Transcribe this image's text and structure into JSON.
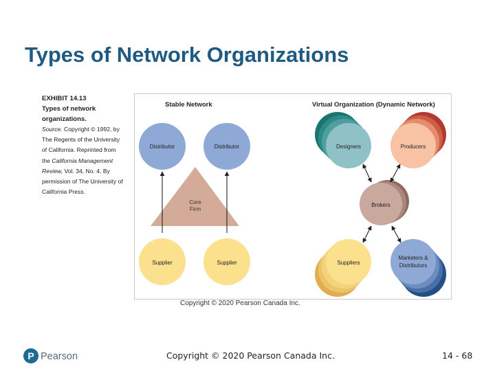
{
  "slide": {
    "title": "Types of Network Organizations",
    "footer_copyright": "Copyright © 2020 Pearson Canada Inc.",
    "page_number": "14 - 68",
    "logo_text": "Pearson"
  },
  "caption": {
    "heading_line1": "EXHIBIT 14.13",
    "heading_line2": "Types of network",
    "heading_line3": "organizations.",
    "source_label": "Source.",
    "source_lines": [
      " Copyright © 1992, by",
      "The Regents of the University",
      "of California. Reprinted from",
      "the "
    ],
    "journal_part1": "California Management",
    "journal_part2": "Review,",
    "volume_text": " Vol. 34, No. 4. By",
    "permission_lines": [
      "permission of The University of",
      "California Press."
    ]
  },
  "diagram": {
    "stable_title": "Stable Network",
    "virtual_title": "Virtual Organization (Dynamic Network)",
    "distributor_left": "Distributor",
    "distributor_right": "Distributor",
    "core_firm_line1": "Core",
    "core_firm_line2": "Firm",
    "supplier_left": "Supplier",
    "supplier_right": "Supplier",
    "designers": "Designers",
    "producers": "Producers",
    "brokers": "Brokers",
    "suppliers": "Suppliers",
    "marketers_line1": "Marketers &",
    "marketers_line2": "Distributors",
    "inner_copyright": "Copyright © 2020 Pearson Canada Inc.",
    "colors": {
      "blue": "#8fa9d6",
      "triangle": "#d4aa99",
      "yellow": "#fbe08e",
      "teal": "#8fc1c6",
      "peach": "#f8c3a5",
      "broker": "#c9a89e"
    }
  }
}
